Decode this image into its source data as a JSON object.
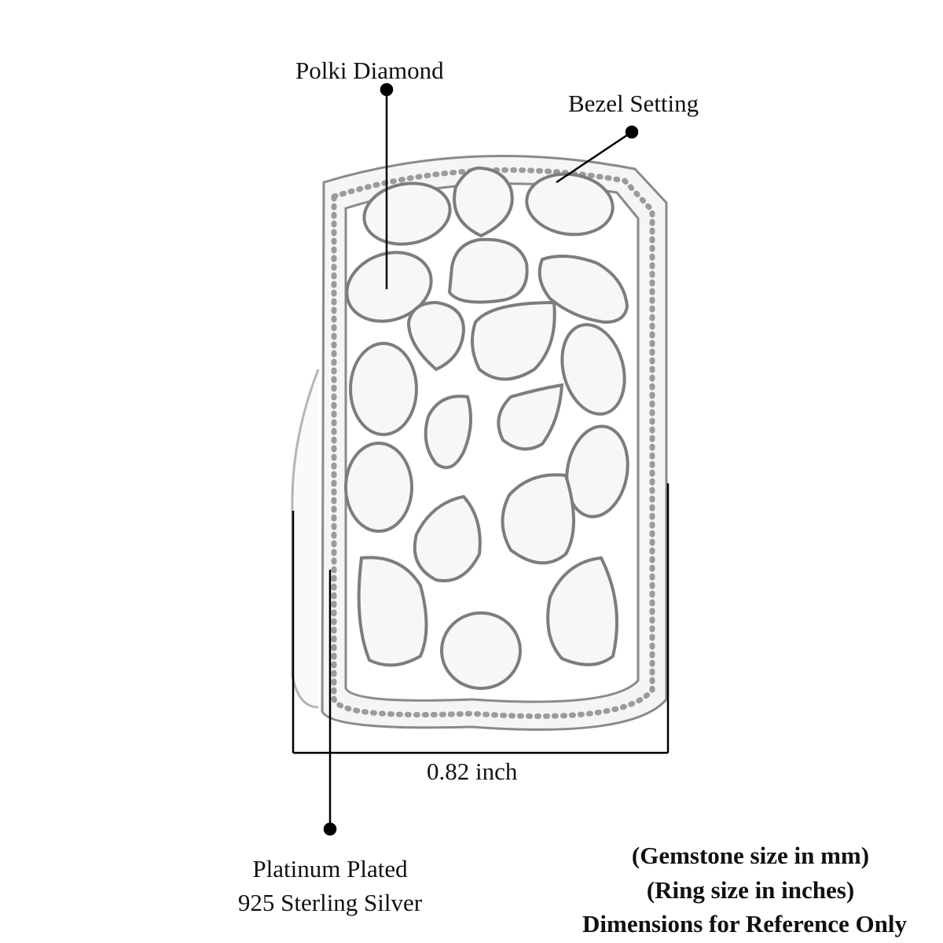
{
  "annotations": {
    "polki_diamond": "Polki Diamond",
    "bezel_setting": "Bezel Setting",
    "width_dimension": "0.82 inch",
    "metal_line1": "Platinum Plated",
    "metal_line2": "925 Sterling Silver"
  },
  "notes": {
    "line1": "(Gemstone size in mm)",
    "line2": "(Ring size in inches)",
    "line3": "Dimensions for Reference Only"
  },
  "colors": {
    "background": "#ffffff",
    "text": "#111111",
    "leader": "#000000",
    "metal_outline": "#8a8a8a",
    "metal_fill": "#f4f4f4"
  }
}
